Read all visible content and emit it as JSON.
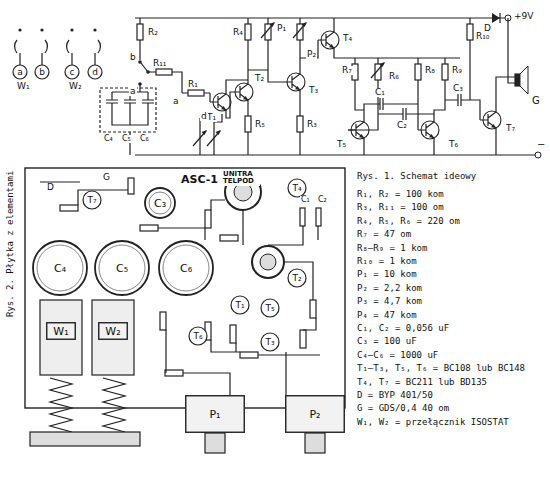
{
  "diagram": {
    "caption": "Rys. 1. Schemat ideowy",
    "nodes": [
      {
        "text": [
          "a"
        ]
      },
      {
        "text": [
          "b"
        ]
      },
      {
        "text": [
          "c"
        ]
      },
      {
        "text": [
          "d"
        ]
      },
      {
        "text": [
          "T₇"
        ]
      },
      {
        "text": [
          "C₃"
        ]
      },
      {
        "text": [
          "T₄"
        ]
      },
      {
        "text": [
          "C₄"
        ]
      },
      {
        "text": [
          "C₅"
        ]
      },
      {
        "text": [
          "C₆"
        ]
      },
      {
        "text": [
          "T₂"
        ]
      },
      {
        "text": [
          "T₁"
        ]
      },
      {
        "text": [
          "T₅"
        ]
      },
      {
        "text": [
          "T₆"
        ]
      },
      {
        "text": [
          "T₃"
        ]
      },
      {
        "text": [
          "W₁"
        ]
      },
      {
        "text": [
          "W₂"
        ]
      },
      {
        "text": [
          "P₁"
        ]
      },
      {
        "text": [
          "P₂"
        ]
      }
    ],
    "labels": [
      "+9V",
      "D",
      "R₂",
      "b",
      "R₁₁",
      "a",
      "C₄",
      "C₅",
      "C₆",
      "a",
      "R₁",
      "T₁",
      "T₂",
      "R₄",
      "P₁",
      "P₂",
      "T₃",
      "T₄",
      "d",
      "R₅",
      "R₃",
      "R₇",
      "R₆",
      "R₈",
      "R₉",
      "R₁₀",
      "C₁",
      "C₂",
      "T₅",
      "T₆",
      "C₃",
      "T₇",
      "G",
      "−",
      "W₁",
      "W₂",
      "R₁, R₂ = 100 kom",
      "R₃, R₁₁ = 100 om",
      "R₄, R₅, R₆ = 220 om",
      "R₇ = 47 om",
      "R₈–R₉ = 1 kom",
      "R₁₀ = 1 kom",
      "P₁ = 10 kom",
      "P₂ = 2,2 kom",
      "P₃ = 4,7 kom",
      "P₄ = 47 kom",
      "C₁, C₂ = 0,056 uF",
      "C₃ = 100 uF",
      "C₄–C₆ = 1000 uF",
      "T₁–T₃, T₅, T₆ = BC108 lub BC148",
      "T₄, T₇ = BC211 lub BD135",
      "D = BYP 401/50",
      "G = GDS/0,4 40 om",
      "W₁, W₂ = przełącznik ISOSTAT",
      "Rys. 2. Płytka z elementami",
      "ASC-1",
      "UNITRA TELPOD",
      "D",
      "G",
      "C₁",
      "C₂"
    ]
  }
}
